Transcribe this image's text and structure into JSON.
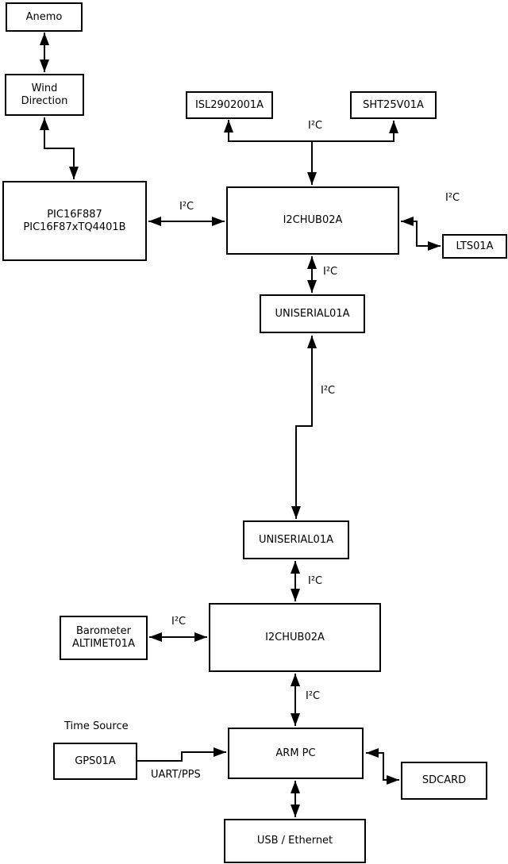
{
  "diagram": {
    "colors": {
      "background": "#ffffff",
      "line": "#000000",
      "text": "#000000"
    },
    "blocks": {
      "anemo": {
        "lines": [
          "Anemo"
        ]
      },
      "wind_direction": {
        "lines": [
          "Wind",
          "Direction"
        ]
      },
      "pic_controller": {
        "lines": [
          "PIC16F887",
          "PIC16F87xTQ4401B"
        ]
      },
      "isl_sensor": {
        "lines": [
          "ISL2902001A"
        ]
      },
      "sht_sensor": {
        "lines": [
          "SHT25V01A"
        ]
      },
      "i2c_hub_top": {
        "lines": [
          "I2CHUB02A"
        ]
      },
      "lts_sensor": {
        "lines": [
          "LTS01A"
        ]
      },
      "uniserial_top": {
        "lines": [
          "UNISERIAL01A"
        ]
      },
      "uniserial_bottom": {
        "lines": [
          "UNISERIAL01A"
        ]
      },
      "barometer": {
        "lines": [
          "Barometer",
          "ALTIMET01A"
        ]
      },
      "i2c_hub_bottom": {
        "lines": [
          "I2CHUB02A"
        ]
      },
      "arm_pc": {
        "lines": [
          "ARM PC"
        ]
      },
      "gps": {
        "lines": [
          "GPS01A"
        ]
      },
      "sdcard": {
        "lines": [
          "SDCARD"
        ]
      },
      "usb_ethernet": {
        "lines": [
          "USB / Ethernet"
        ]
      }
    },
    "labels": {
      "i2c_bus": "I²C",
      "time_source": "Time Source",
      "uart_pps": "UART/PPS"
    }
  }
}
